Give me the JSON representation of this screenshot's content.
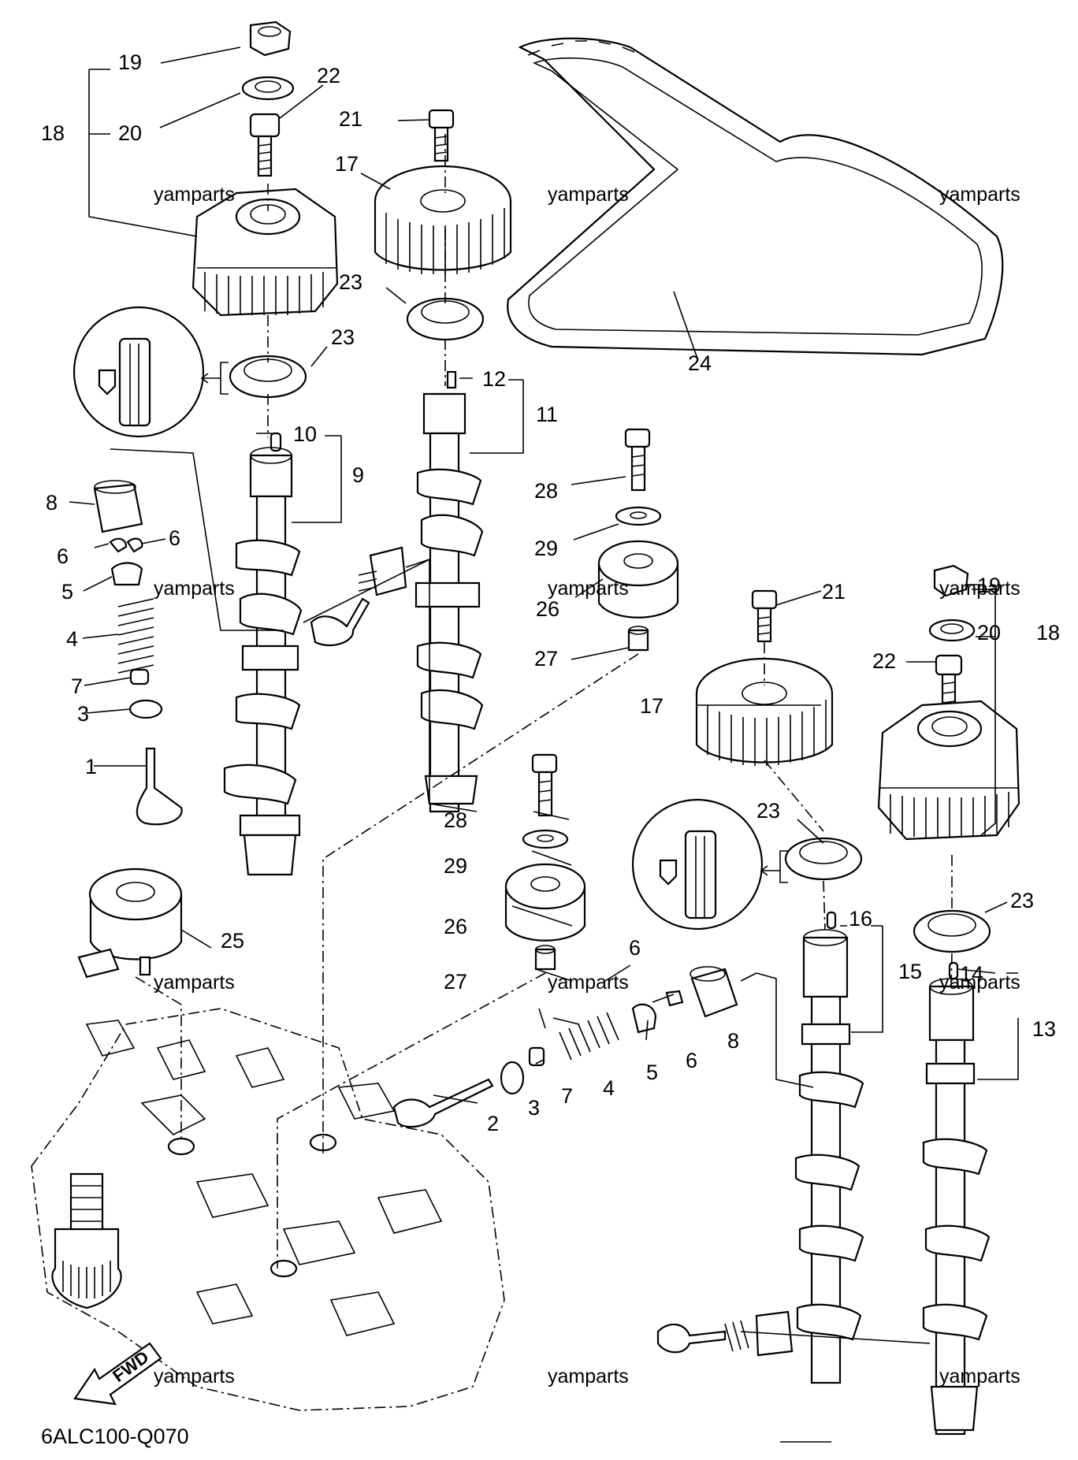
{
  "diagram_code": "6ALC100-Q070",
  "fwd_label": "FWD",
  "watermark": "yamparts",
  "callouts": {
    "c1": "1",
    "c2": "2",
    "c3": "3",
    "c4": "4",
    "c5": "5",
    "c6": "6",
    "c7": "7",
    "c8": "8",
    "c9": "9",
    "c10": "10",
    "c11": "11",
    "c12": "12",
    "c13": "13",
    "c14": "14",
    "c15": "15",
    "c16": "16",
    "c17": "17",
    "c18": "18",
    "c19": "19",
    "c20": "20",
    "c21": "21",
    "c22": "22",
    "c23": "23",
    "c24": "24",
    "c25": "25",
    "c26": "26",
    "c27": "27",
    "c28": "28",
    "c29": "29"
  }
}
